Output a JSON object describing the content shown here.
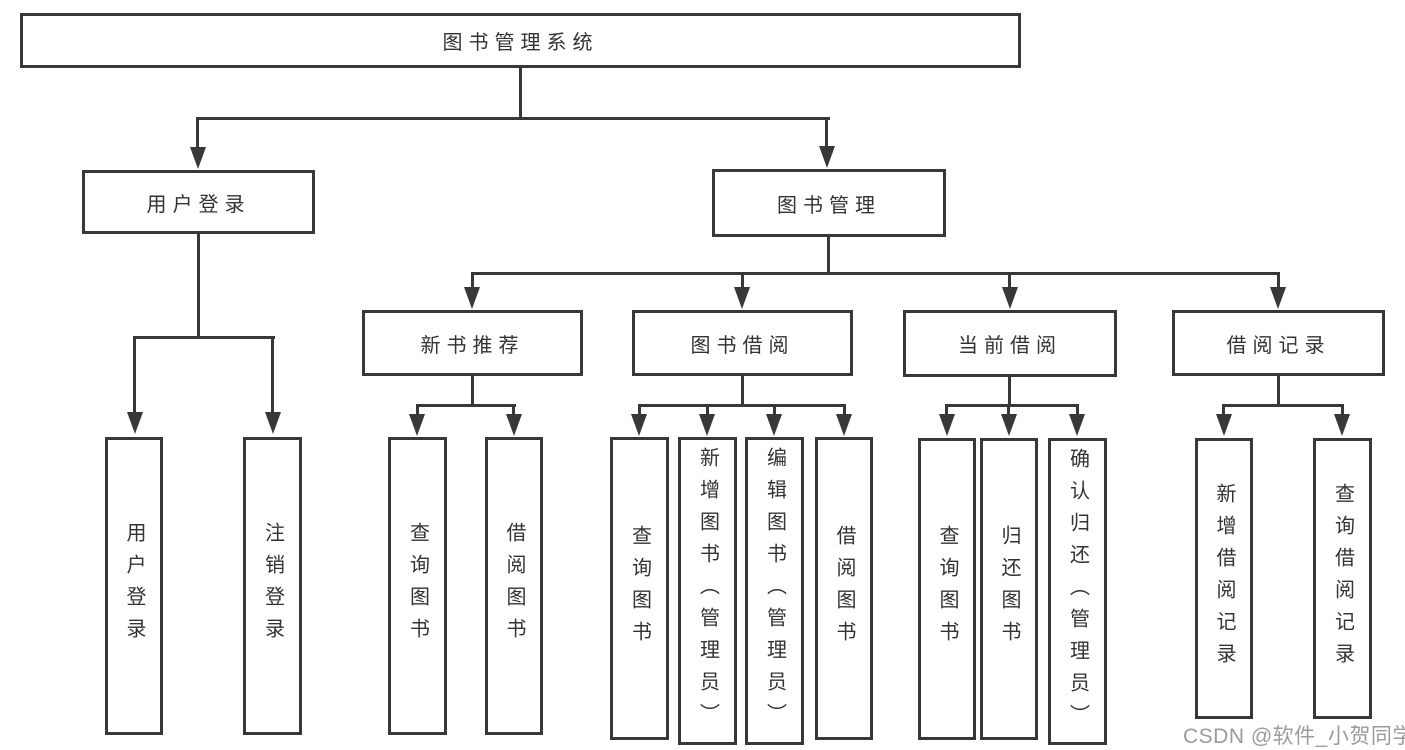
{
  "diagram": {
    "root": "图书管理系统",
    "branches": [
      {
        "label": "用户登录",
        "children": [
          "用户登录",
          "注销登录"
        ]
      },
      {
        "label": "图书管理",
        "sections": [
          {
            "label": "新书推荐",
            "children": [
              "查询图书",
              "借阅图书"
            ]
          },
          {
            "label": "图书借阅",
            "children": [
              "查询图书",
              "新增图书（管理员）",
              "编辑图书（管理员）",
              "借阅图书"
            ]
          },
          {
            "label": "当前借阅",
            "children": [
              "查询图书",
              "归还图书",
              "确认归还（管理员）"
            ]
          },
          {
            "label": "借阅记录",
            "children": [
              "新增借阅记录",
              "查询借阅记录"
            ]
          }
        ]
      }
    ]
  },
  "colors": {
    "line": "#383838",
    "text": "#333333",
    "watermark_gray": "#9b9b9b"
  },
  "watermark": "CSDN @软件_小贺同学"
}
